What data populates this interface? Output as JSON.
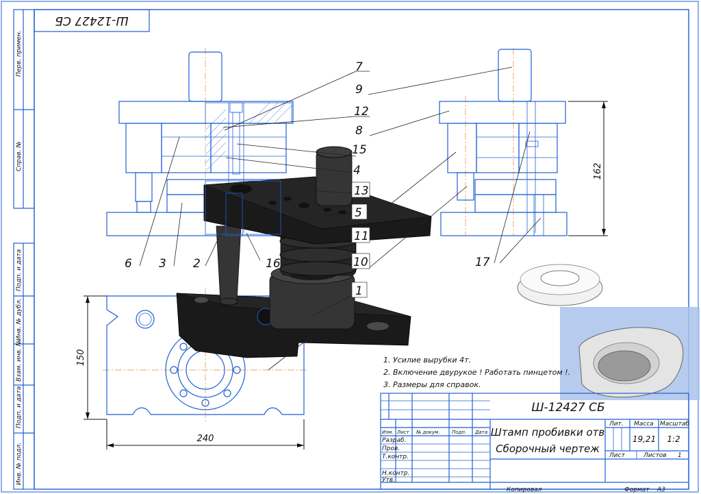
{
  "stamp_code_rotated": "Ш-12427 СБ",
  "side_labels": [
    "Перв. примен.",
    "Справ. №",
    "Подп. и дата",
    "Инв. № дубл.",
    "Взам. инв. №",
    "Подп. и дата",
    "Инв. № подл."
  ],
  "callouts": {
    "n7": "7",
    "n9": "9",
    "n12": "12",
    "n8": "8",
    "n15": "15",
    "n4": "4",
    "n13": "13",
    "n5": "5",
    "n11": "11",
    "n10": "10",
    "n1": "1",
    "n6": "6",
    "n3": "3",
    "n2": "2",
    "n16": "16",
    "n17": "17"
  },
  "dimensions": {
    "height_162": "162",
    "height_150": "150",
    "width_240": "240"
  },
  "notes": [
    "1. Усилие вырубки 4т.",
    "2. Включение двурукое ! Работать пинцетом !.",
    "3. Размеры для справок."
  ],
  "title_block": {
    "code": "Ш-12427 СБ",
    "name_line1": "Штамп пробивки отв",
    "name_line2": "Сборочный чертеж",
    "col_lit": "Лит.",
    "col_mass": "Масса",
    "col_scale": "Масштаб",
    "mass": "19,21",
    "scale": "1:2",
    "sheet": "Лист",
    "sheets": "Листов",
    "sheets_count": "1",
    "row_headers": [
      "Изм.",
      "Лист",
      "№ докум.",
      "Подп.",
      "Дата"
    ],
    "roles": [
      "Разраб.",
      "Пров.",
      "Т.контр.",
      "Н.контр.",
      "Утв."
    ],
    "copied": "Копировал",
    "format_label": "Формат",
    "format_value": "A3"
  }
}
